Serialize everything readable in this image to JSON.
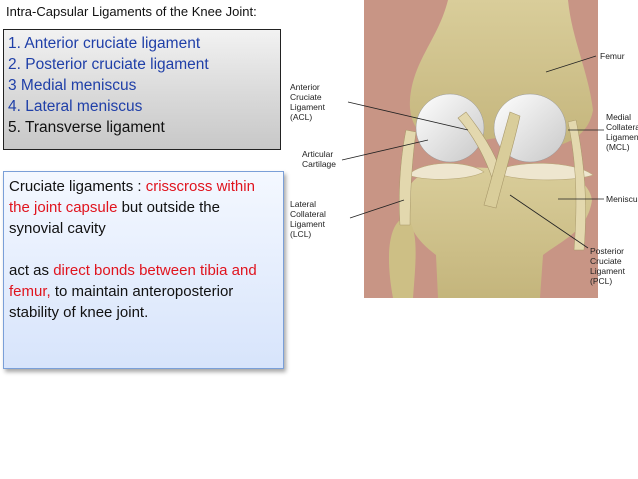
{
  "slide": {
    "title": "Intra-Capsular Ligaments of the Knee Joint:"
  },
  "ligament_list": [
    {
      "text": "1. Anterior cruciate ligament",
      "color": "#1f3fa8"
    },
    {
      "text": "2. Posterior cruciate ligament",
      "color": "#1f3fa8"
    },
    {
      "text": "3 Medial meniscus",
      "color": "#1f3fa8"
    },
    {
      "text": "4. Lateral meniscus",
      "color": "#1f3fa8"
    },
    {
      "text": "5. Transverse ligament",
      "color": "#111111"
    }
  ],
  "note": {
    "p1_a": "Cruciate ligaments : ",
    "p1_b": "crisscross within the joint capsule",
    "p1_c": " but outside the synovial cavity",
    "p2_a": "act as ",
    "p2_b": "direct bonds between tibia and femur,",
    "p2_c": " to maintain anteroposterior stability of knee joint.",
    "highlight_color": "#e0141e"
  },
  "figure_labels": {
    "femur": "Femur",
    "acl": [
      "Anterior",
      "Cruciate",
      "Ligament",
      "(ACL)"
    ],
    "articular": [
      "Articular",
      "Cartilage"
    ],
    "lcl": [
      "Lateral",
      "Collateral",
      "Ligament",
      "(LCL)"
    ],
    "mcl": [
      "Medial",
      "Collateral",
      "Ligament",
      "(MCL)"
    ],
    "meniscus": "Meniscus",
    "pcl": [
      "Posterior",
      "Cruciate",
      "Ligament",
      "(PCL)"
    ]
  }
}
